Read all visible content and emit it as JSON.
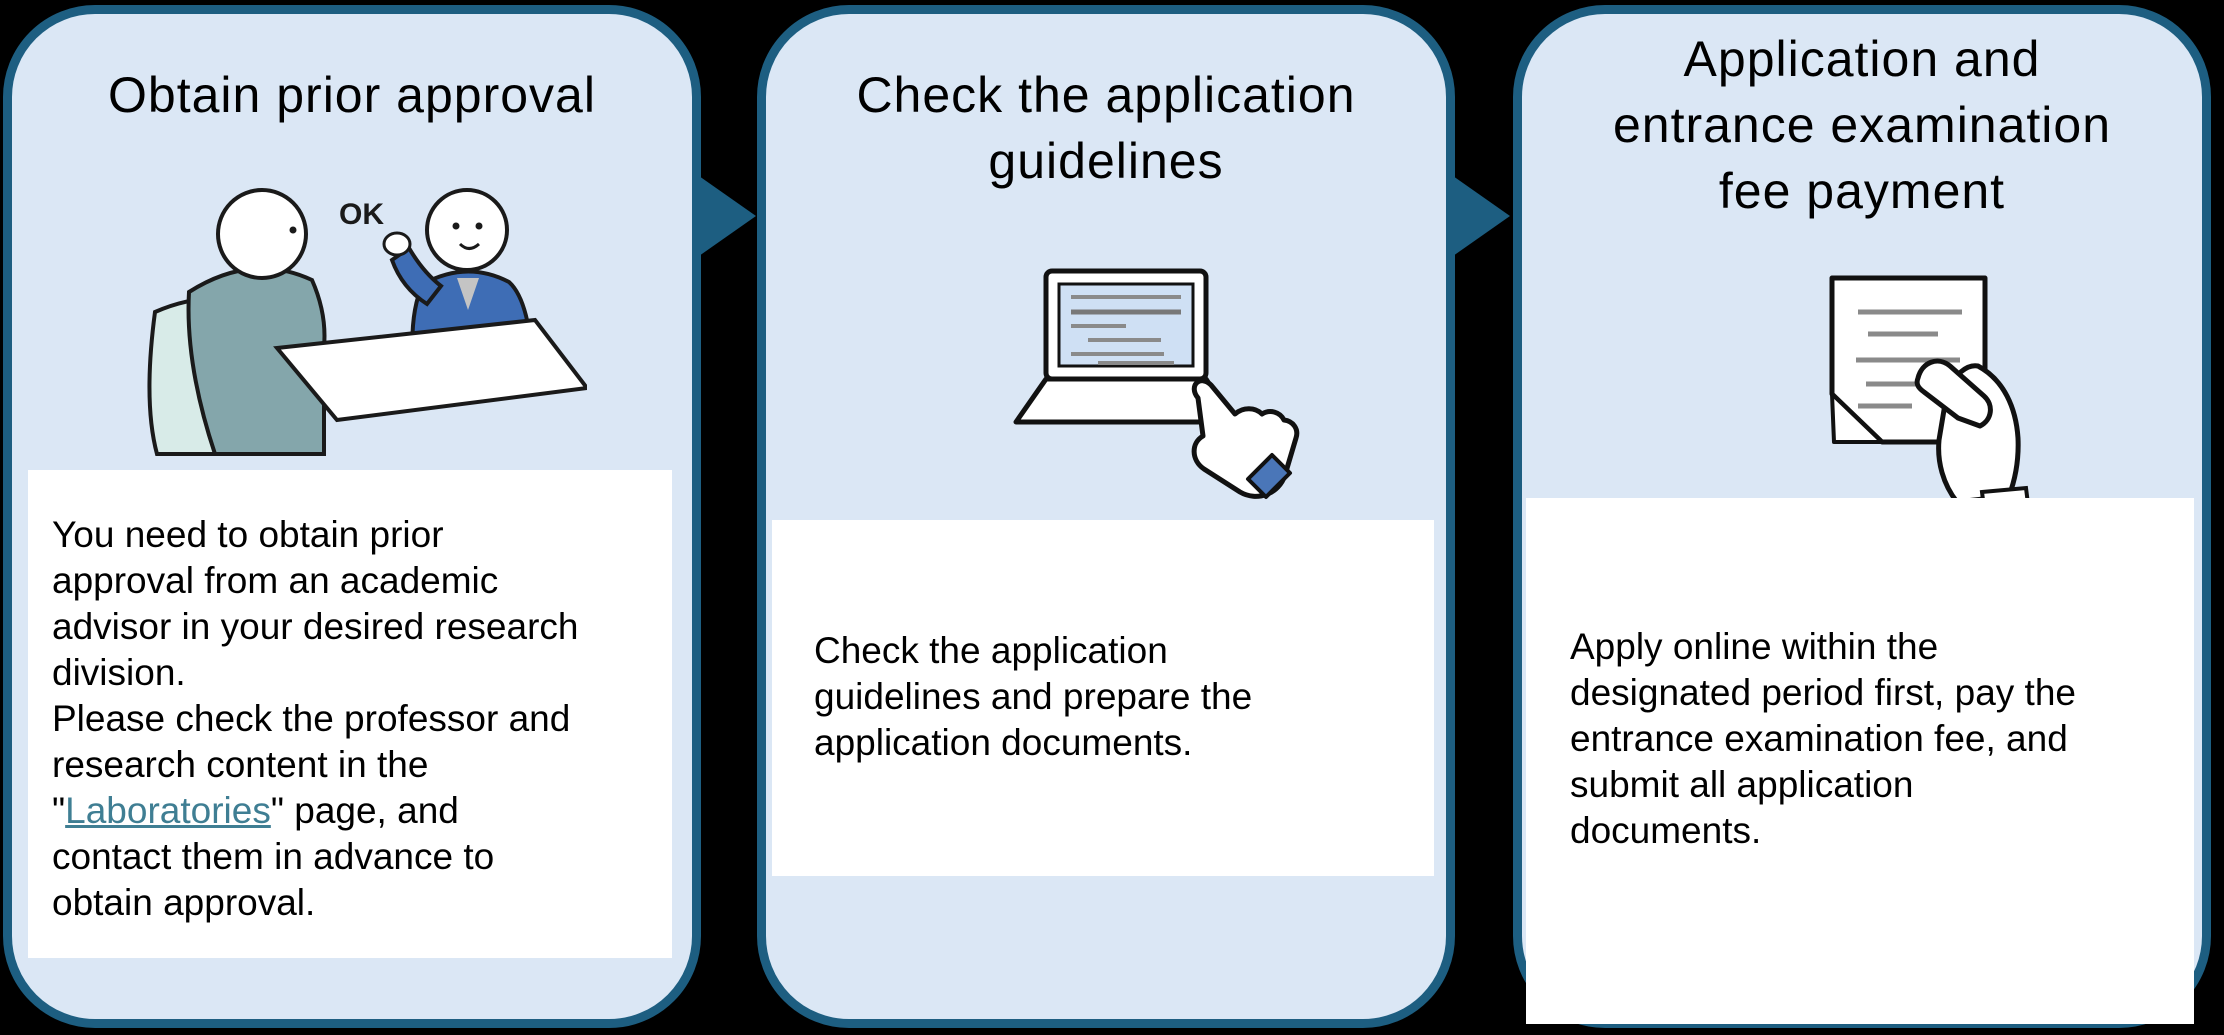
{
  "colors": {
    "background": "#000000",
    "card_fill": "#dbe7f5",
    "card_border": "#1d5e81",
    "arrow": "#1d5e81",
    "text_box_fill": "#ffffff",
    "body_text": "#000000",
    "link": "#3f7e93",
    "blazer_blue": "#3e6db5",
    "cuff_blue": "#4a76b8",
    "screen_fill": "#cfe0f4",
    "doc_line_gray": "#8a8a8a",
    "chair_teal": "#d8ebe8",
    "jacket_teal": "#84a6ab"
  },
  "steps": [
    {
      "title": "Obtain prior approval",
      "illustration": "advisor-approval-illustration",
      "ok_label": "OK",
      "body_parts": {
        "before_link": "You need to obtain prior\napproval from an academic\nadvisor in your desired research\ndivision.\nPlease check the professor and\nresearch content in the\n\"",
        "link": "Laboratories",
        "after_link": "\" page, and\ncontact them in advance to\nobtain approval."
      }
    },
    {
      "title": "Check the application\nguidelines",
      "illustration": "laptop-check-illustration",
      "body": "Check the application\nguidelines and prepare the\napplication documents."
    },
    {
      "title": "Application and\nentrance examination\nfee payment",
      "illustration": "document-payment-illustration",
      "body": "Apply online within the\ndesignated period first, pay the\nentrance examination fee, and\nsubmit all application\ndocuments."
    }
  ]
}
